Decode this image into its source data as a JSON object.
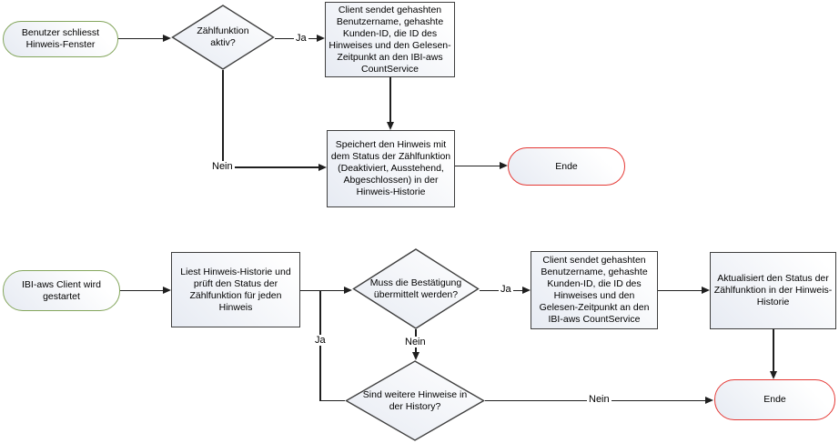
{
  "colors": {
    "canvas_bg": "#ffffff",
    "shape_border": "#3f3f3f",
    "start_border": "#84a65c",
    "end_border": "#e53935",
    "connector": "#1f1f1f",
    "fill_light": "#ffffff",
    "fill_shade": "#e7ebf3",
    "text": "#000000"
  },
  "top": {
    "start": "Benutzer schliesst Hinweis-Fenster",
    "decision": "Zählfunktion aktiv?",
    "ja": "Ja",
    "nein": "Nein",
    "send": "Client sendet gehashten Benutzername, gehashte Kunden-ID, die ID des Hinweises und den Gelesen-Zeitpunkt an den IBI-aws CountService",
    "store": "Speichert den Hinweis mit dem Status der Zählfunktion (Deaktiviert, Ausstehend, Abgeschlossen) in der Hinweis-Historie",
    "end": "Ende"
  },
  "bottom": {
    "start": "IBI-aws Client wird gestartet",
    "read": "Liest Hinweis-Historie und prüft den Status der Zählfunktion für jeden Hinweis",
    "decision_send": "Muss die Bestätigung übermittelt werden?",
    "ja_send": "Ja",
    "nein_send": "Nein",
    "send": "Client sendet gehashten Benutzername, gehashte Kunden-ID, die ID des Hinweises und den Gelesen-Zeitpunkt an den IBI-aws CountService",
    "update": "Aktualisiert den Status der Zählfunktion in der Hinweis-Historie",
    "decision_more": "Sind weitere Hinweise in der History?",
    "ja_more": "Ja",
    "nein_more": "Nein",
    "end": "Ende"
  }
}
